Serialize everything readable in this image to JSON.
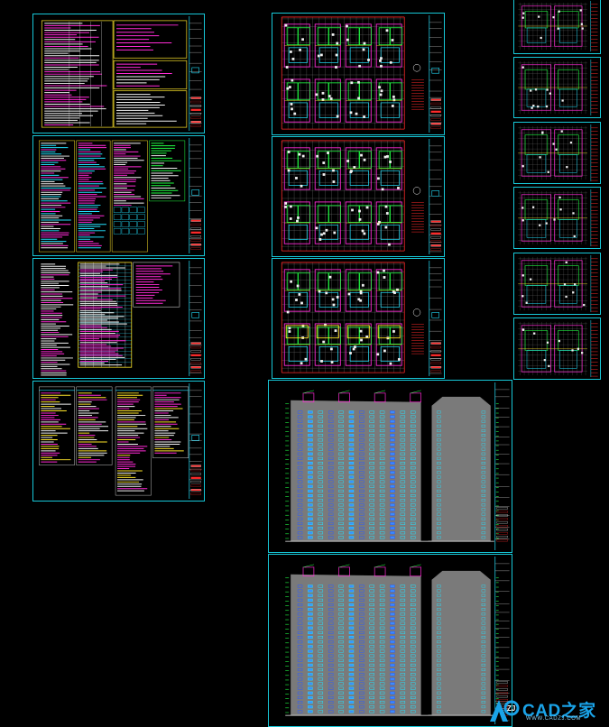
{
  "viewer": {
    "background": "#000000",
    "frame_color": "#17c8d8"
  },
  "palette": {
    "magenta": "#ff2bd6",
    "cyan": "#24e2ff",
    "yellow": "#ffe62a",
    "green": "#22ff44",
    "red": "#ff2a2a",
    "white": "#f2f2f2",
    "gray": "#8a8a8a",
    "blue": "#2c5bff"
  },
  "sheets": [
    {
      "id": "notes-1",
      "kind": "notes"
    },
    {
      "id": "notes-2",
      "kind": "notes"
    },
    {
      "id": "notes-3",
      "kind": "tables"
    },
    {
      "id": "notes-4",
      "kind": "tables"
    },
    {
      "id": "floor-plan-1",
      "kind": "plan"
    },
    {
      "id": "floor-plan-2",
      "kind": "plan"
    },
    {
      "id": "floor-plan-3",
      "kind": "plan"
    },
    {
      "id": "elevation-1",
      "kind": "elevation"
    },
    {
      "id": "elevation-2",
      "kind": "elevation"
    },
    {
      "id": "roof-plan-1",
      "kind": "small-plan"
    },
    {
      "id": "roof-plan-2",
      "kind": "small-plan"
    },
    {
      "id": "roof-plan-3",
      "kind": "small-plan"
    },
    {
      "id": "roof-plan-4",
      "kind": "small-plan"
    },
    {
      "id": "roof-plan-5",
      "kind": "small-plan"
    },
    {
      "id": "roof-plan-6",
      "kind": "small-plan"
    }
  ],
  "watermark": {
    "brand": "CAD之家",
    "url": "WWW.CADZJ.COM",
    "logo_icon": "cadzj-logo-icon",
    "brand_color": "#1aa3e8"
  }
}
